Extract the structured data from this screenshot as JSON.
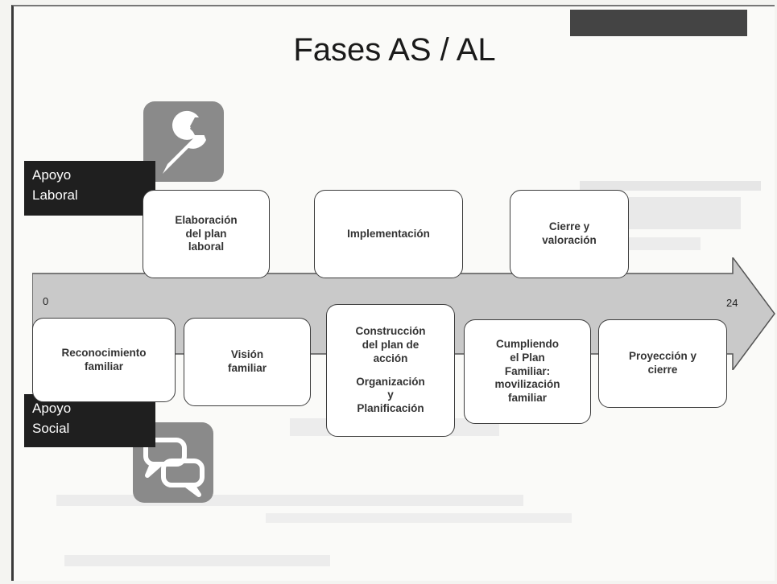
{
  "title": "Fases AS / AL",
  "tags": {
    "laboral": [
      "Apoyo",
      "Laboral"
    ],
    "social": [
      "Apoyo",
      "Social"
    ]
  },
  "scale": {
    "start": "0",
    "end": "24"
  },
  "laboral_phases": [
    [
      "Elaboración",
      "del plan",
      "laboral"
    ],
    [
      "Implementación"
    ],
    [
      "Cierre y",
      "valoración"
    ]
  ],
  "social_phases": [
    [
      "Reconocimiento",
      "familiar"
    ],
    [
      "Visión",
      "familiar"
    ],
    [
      "Construcción",
      "del plan de",
      "acción",
      "",
      "Organización",
      "y",
      "Planificación"
    ],
    [
      "Cumpliendo",
      "el Plan",
      "Familiar:",
      "movilización",
      "familiar"
    ],
    [
      "Proyección y",
      "cierre"
    ]
  ],
  "icons": {
    "laboral": "wrench-icon",
    "social": "chat-bubbles-icon"
  },
  "colors": {
    "tag_bg": "#1f1f1f",
    "arrow_fill": "#c9c9c9",
    "icon_tile": "#8a8a8a"
  }
}
